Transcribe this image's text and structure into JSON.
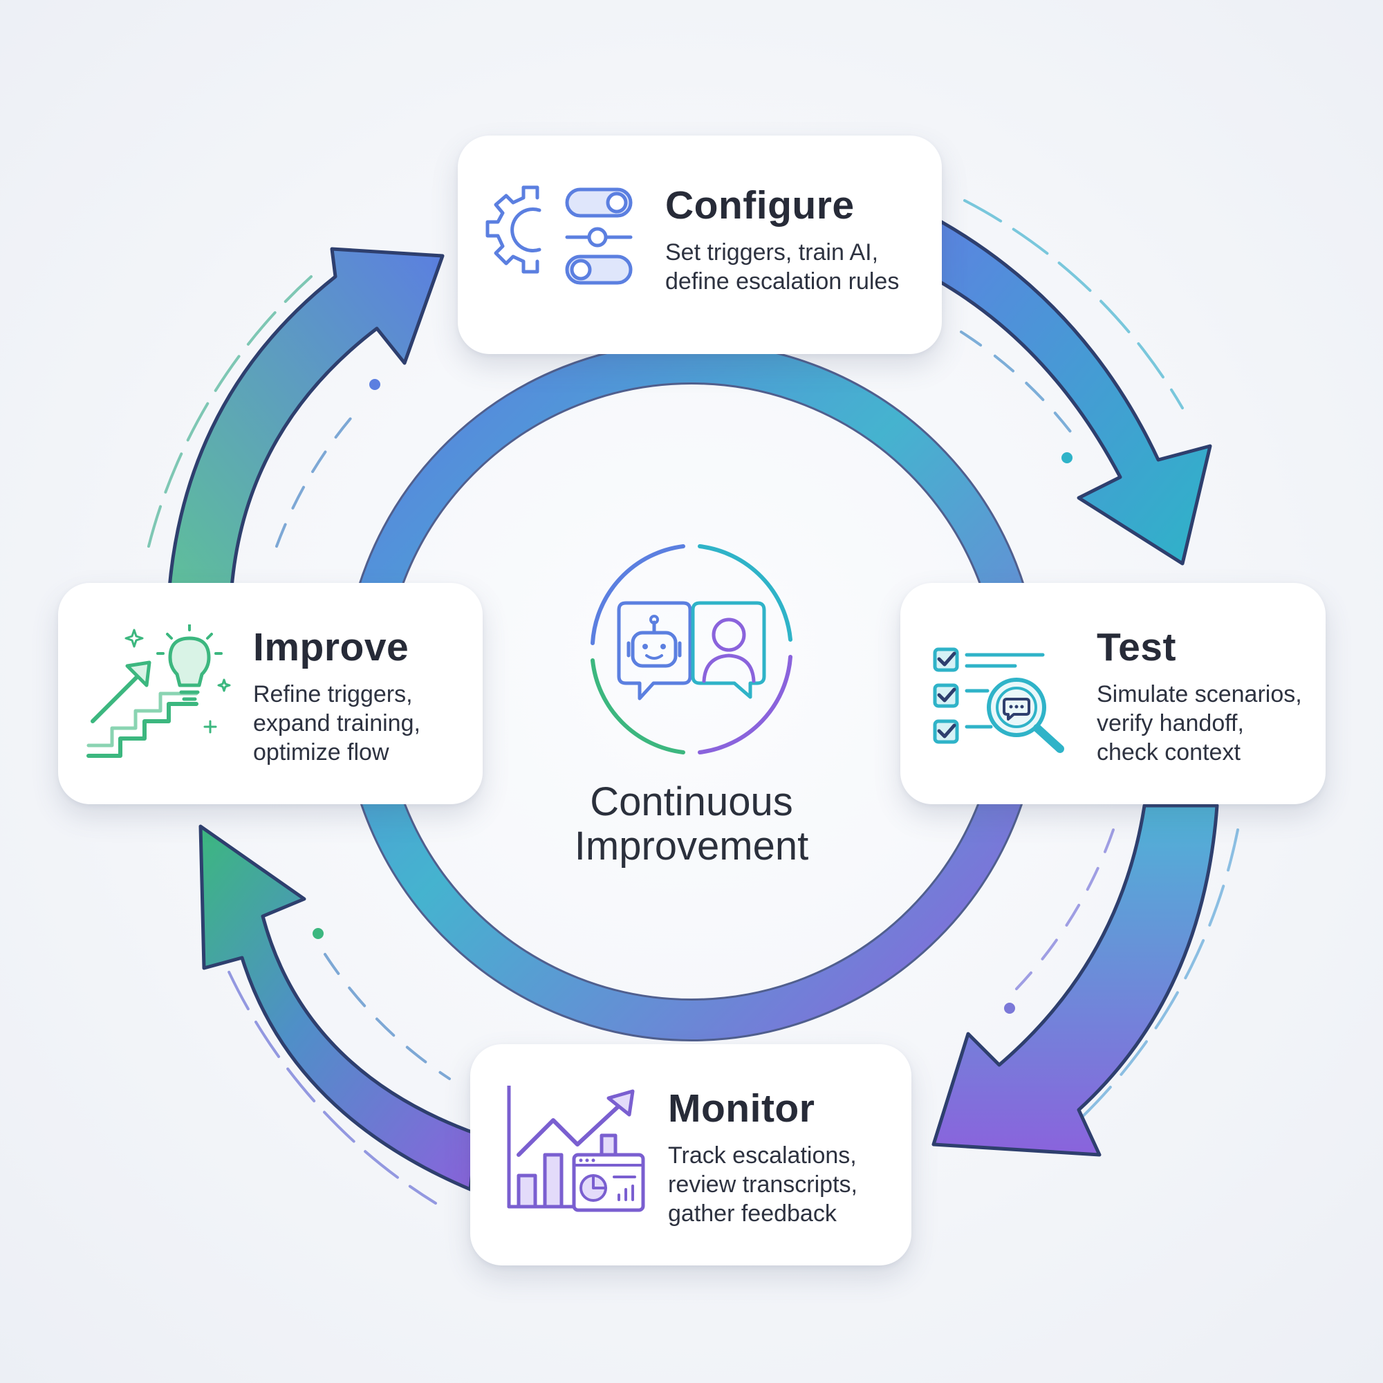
{
  "center": {
    "label_lines": [
      "Continuous",
      "Improvement"
    ],
    "icon": "chatbot-human-handoff-icon"
  },
  "stages": {
    "configure": {
      "title": "Configure",
      "desc_lines": [
        "Set triggers, train AI,",
        "define escalation rules"
      ],
      "icon": "gear-toggles-icon"
    },
    "test": {
      "title": "Test",
      "desc_lines": [
        "Simulate scenarios,",
        "verify handoff,",
        "check context"
      ],
      "icon": "checklist-magnifier-icon"
    },
    "monitor": {
      "title": "Monitor",
      "desc_lines": [
        "Track escalations,",
        "review transcripts,",
        "gather feedback"
      ],
      "icon": "analytics-chart-icon"
    },
    "improve": {
      "title": "Improve",
      "desc_lines": [
        "Refine triggers,",
        "expand training,",
        "optimize flow"
      ],
      "icon": "stairs-lightbulb-icon"
    }
  },
  "colors": {
    "blue": "#5b7fe0",
    "teal": "#2fb3c8",
    "purple": "#8a63dc",
    "green": "#3cb77f",
    "outline": "#2e3f6e"
  }
}
